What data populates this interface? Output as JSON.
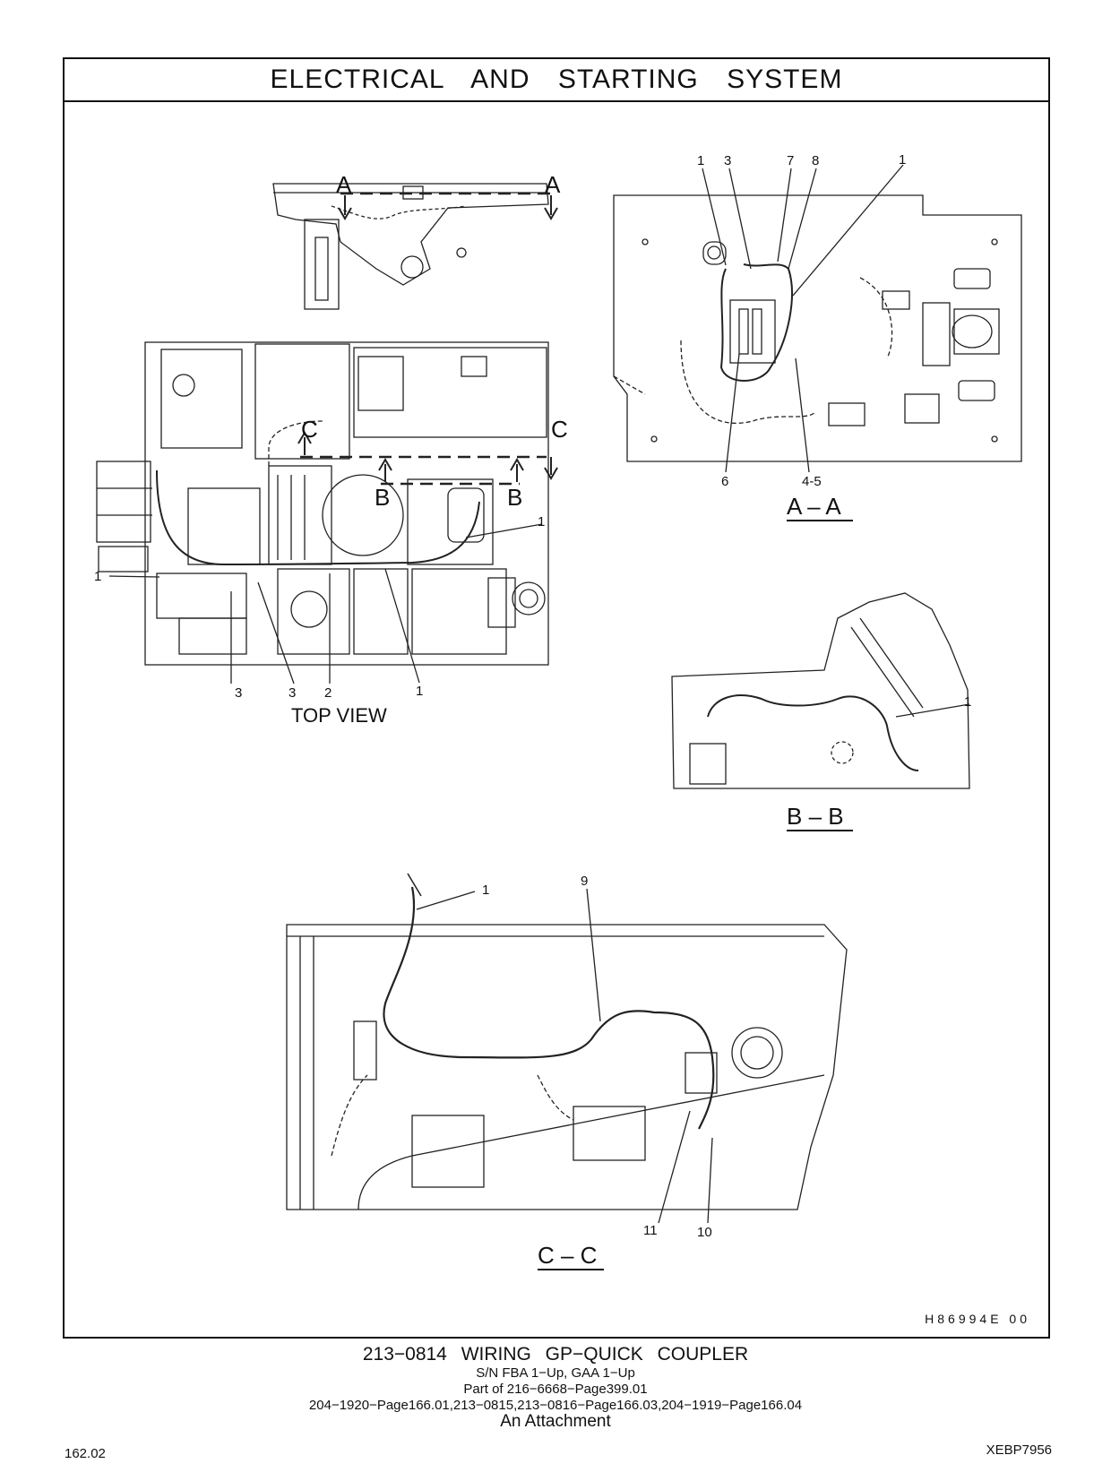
{
  "header": {
    "title": "ELECTRICAL AND STARTING SYSTEM"
  },
  "views": {
    "top": {
      "caption": "TOP VIEW",
      "section_marks": [
        "A",
        "A",
        "C",
        "C",
        "B",
        "B"
      ],
      "callouts": [
        "1",
        "1",
        "3",
        "3",
        "2",
        "1"
      ]
    },
    "aa": {
      "caption": "A – A",
      "callouts": [
        "1",
        "3",
        "7",
        "8",
        "1",
        "6",
        "4-5"
      ]
    },
    "bb": {
      "caption": "B – B",
      "callouts": [
        "1"
      ]
    },
    "cc": {
      "caption": "C – C",
      "callouts": [
        "1",
        "9",
        "11",
        "10"
      ]
    }
  },
  "illustration_ref": "H86994E 00",
  "footer": {
    "part_title": "213−0814 WIRING GP−QUICK COUPLER",
    "serial": "S/N FBA 1−Up, GAA 1−Up",
    "part_of": "Part of 216−6668−Page399.01",
    "related": "204−1920−Page166.01,213−0815,213−0816−Page166.03,204−1919−Page166.04",
    "note": "An Attachment",
    "page_number": "162.02",
    "doc_number": "XEBP7956"
  }
}
